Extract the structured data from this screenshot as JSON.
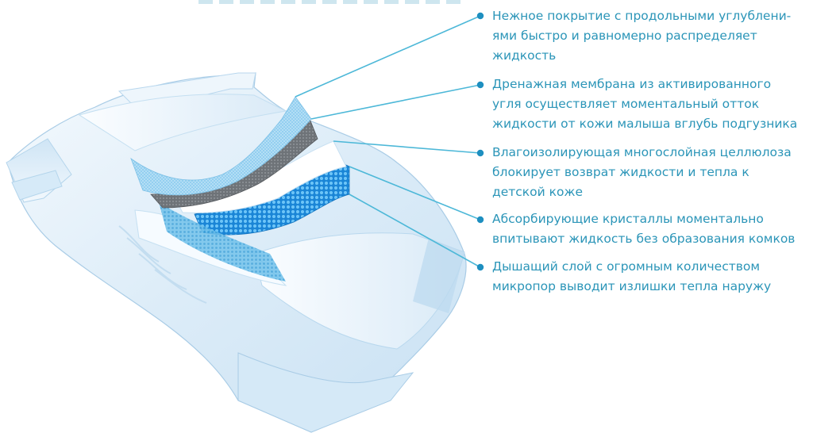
{
  "colors": {
    "accent": "#2b95b8",
    "dot": "#1e8fc0",
    "line": "#4db8d8",
    "diaper_base": "#e8f3fb",
    "diaper_shade": "#bcdcf0",
    "membrane": "#7a7f84",
    "crystals": "#1d8ee0"
  },
  "callouts": [
    {
      "lines": [
        "Нежное покрытие с продольными углублени-",
        "ями быстро и равномерно распределяет",
        "жидкость"
      ]
    },
    {
      "lines": [
        "Дренажная мембрана из активированного",
        "угля осуществляет моментальный отток",
        "жидкости от кожи малыша вглубь подгузника"
      ]
    },
    {
      "lines": [
        "Влагоизолирующая многослойная целлюлоза",
        "блокирует возврат жидкости и тепла к",
        "детской коже"
      ]
    },
    {
      "lines": [
        "Абсорбирующие кристаллы моментально",
        "впитывают жидкость без образования комков"
      ]
    },
    {
      "lines": [
        "Дышащий слой с огромным количеством",
        "микропор выводит излишки тепла наружу"
      ]
    }
  ]
}
